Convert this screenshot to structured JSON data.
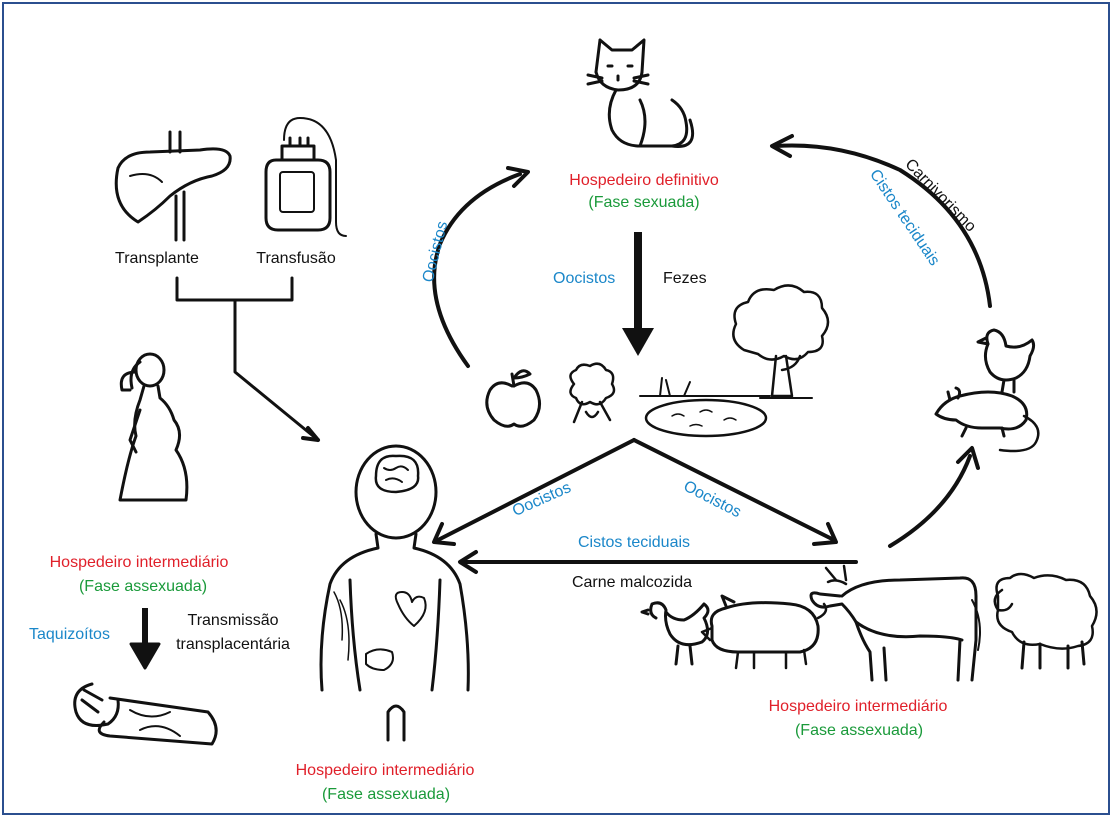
{
  "colors": {
    "border": "#2b4f8f",
    "host": "#e0202a",
    "phase": "#1a9a3a",
    "stage": "#1b87c9",
    "route": "#111111"
  },
  "labels": {
    "definitive_host": "Hospedeiro definitivo",
    "definitive_phase": "(Fase sexuada)",
    "oocysts_down": "Oocistos",
    "feces": "Fezes",
    "oocysts_left_arc": "Oocistos",
    "carnivorism": "Carnivorismo",
    "tissue_cysts_arc": "Cistos teciduais",
    "transplant": "Transplante",
    "transfusion": "Transfusão",
    "oocysts_to_human": "Oocistos",
    "oocysts_to_animals": "Oocistos",
    "tissue_cysts_meat": "Cistos teciduais",
    "undercooked_meat": "Carne malcozida",
    "pregnant_host": "Hospedeiro intermediário",
    "pregnant_phase": "(Fase assexuada)",
    "tachyzoites": "Taquizoítos",
    "transplacental_1": "Transmissão",
    "transplacental_2": "transplacentária",
    "human_host": "Hospedeiro intermediário",
    "human_phase": "(Fase assexuada)",
    "animals_host": "Hospedeiro intermediário",
    "animals_phase": "(Fase assexuada)"
  },
  "icons": [
    "cat-icon",
    "liver-icon",
    "blood-bag-icon",
    "pregnant-woman-icon",
    "baby-icon",
    "human-icon",
    "apple-icon",
    "broccoli-icon",
    "pond-icon",
    "tree-icon",
    "bird-icon",
    "rat-icon",
    "chicken-icon",
    "pig-icon",
    "cow-icon",
    "sheep-icon"
  ]
}
